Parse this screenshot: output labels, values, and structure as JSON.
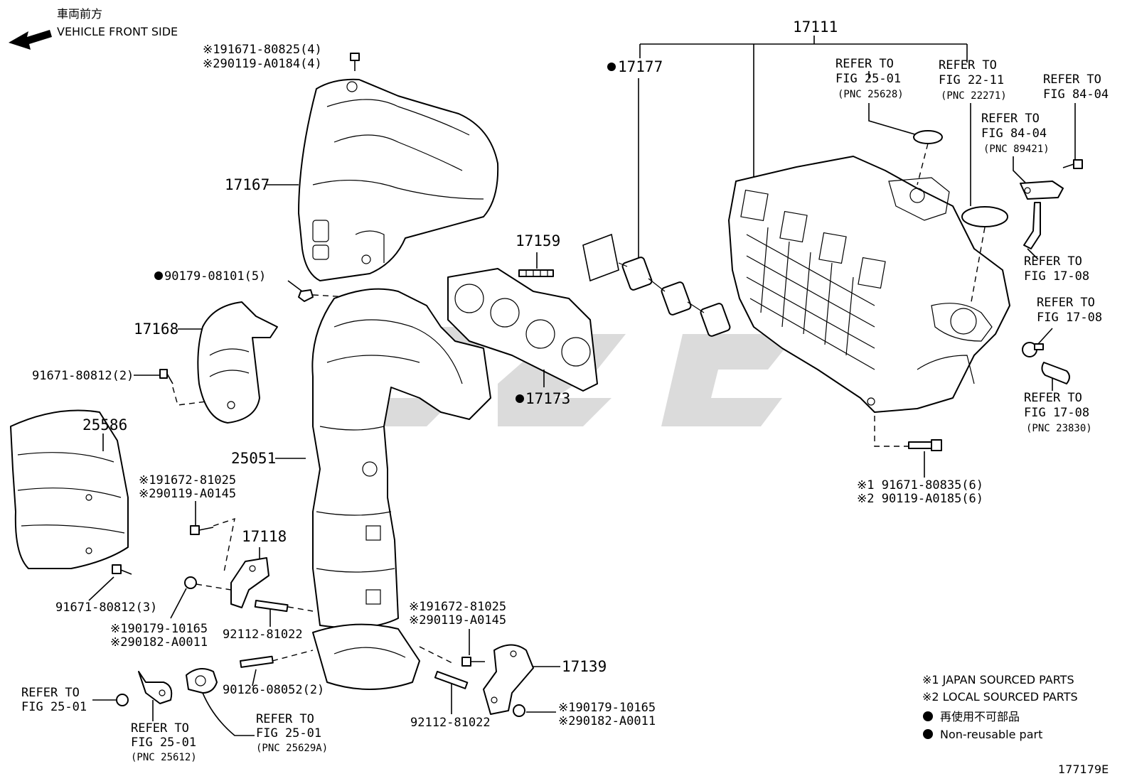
{
  "header": {
    "front_label_jp": "車両前方",
    "front_label_en": "VEHICLE FRONT SIDE"
  },
  "figure_code": "177179E",
  "legend": {
    "note1": "※1 JAPAN SOURCED PARTS",
    "note2": "※2 LOCAL SOURCED PARTS",
    "nonreuse_jp": "再使用不可部品",
    "nonreuse_en": "Non-reusable part"
  },
  "labels": {
    "p17111": "17111",
    "p17177": "17177",
    "p17167": "17167",
    "p17168": "17168",
    "p17159": "17159",
    "p17173": "17173",
    "p25586": "25586",
    "p25051": "25051",
    "p17118": "17118",
    "p17139": "17139",
    "p90179_08101": "90179-08101(5)",
    "p91671_80812_2": "91671-80812(2)",
    "p91671_80812_3": "91671-80812(3)",
    "p92112_81022_a": "92112-81022",
    "p92112_81022_b": "92112-81022",
    "p90126_08052": "90126-08052(2)",
    "top_bolt_1": "※191671-80825(4)",
    "top_bolt_2": "※290119-A0184(4)",
    "left_bolt_1": "※191672-81025",
    "left_bolt_2": "※290119-A0145",
    "left_nut_1": "※190179-10165",
    "left_nut_2": "※290182-A0011",
    "mid_bolt_1": "※191672-81025",
    "mid_bolt_2": "※290119-A0145",
    "right_nut_1": "※190179-10165",
    "right_nut_2": "※290182-A0011",
    "man_bolt_1": "※1 91671-80835(6)",
    "man_bolt_2": "※2 90119-A0185(6)"
  },
  "refs": {
    "r1_l1": "REFER TO",
    "r1_l2": "FIG 25-01",
    "r1_l3": "(PNC 25628)",
    "r2_l1": "REFER TO",
    "r2_l2": "FIG 22-11",
    "r2_l3": "(PNC 22271)",
    "r3_l1": "REFER TO",
    "r3_l2": "FIG 84-04",
    "r4_l1": "REFER TO",
    "r4_l2": "FIG 84-04",
    "r4_l3": "(PNC 89421)",
    "r5_l1": "REFER TO",
    "r5_l2": "FIG 17-08",
    "r6_l1": "REFER TO",
    "r6_l2": "FIG 17-08",
    "r7_l1": "REFER TO",
    "r7_l2": "FIG 17-08",
    "r7_l3": "(PNC 23830)",
    "r8_l1": "REFER TO",
    "r8_l2": "FIG 25-01",
    "r9_l1": "REFER TO",
    "r9_l2": "FIG 25-01",
    "r9_l3": "(PNC 25612)",
    "r10_l1": "REFER TO",
    "r10_l2": "FIG 25-01",
    "r10_l3": "(PNC 25629A)"
  }
}
